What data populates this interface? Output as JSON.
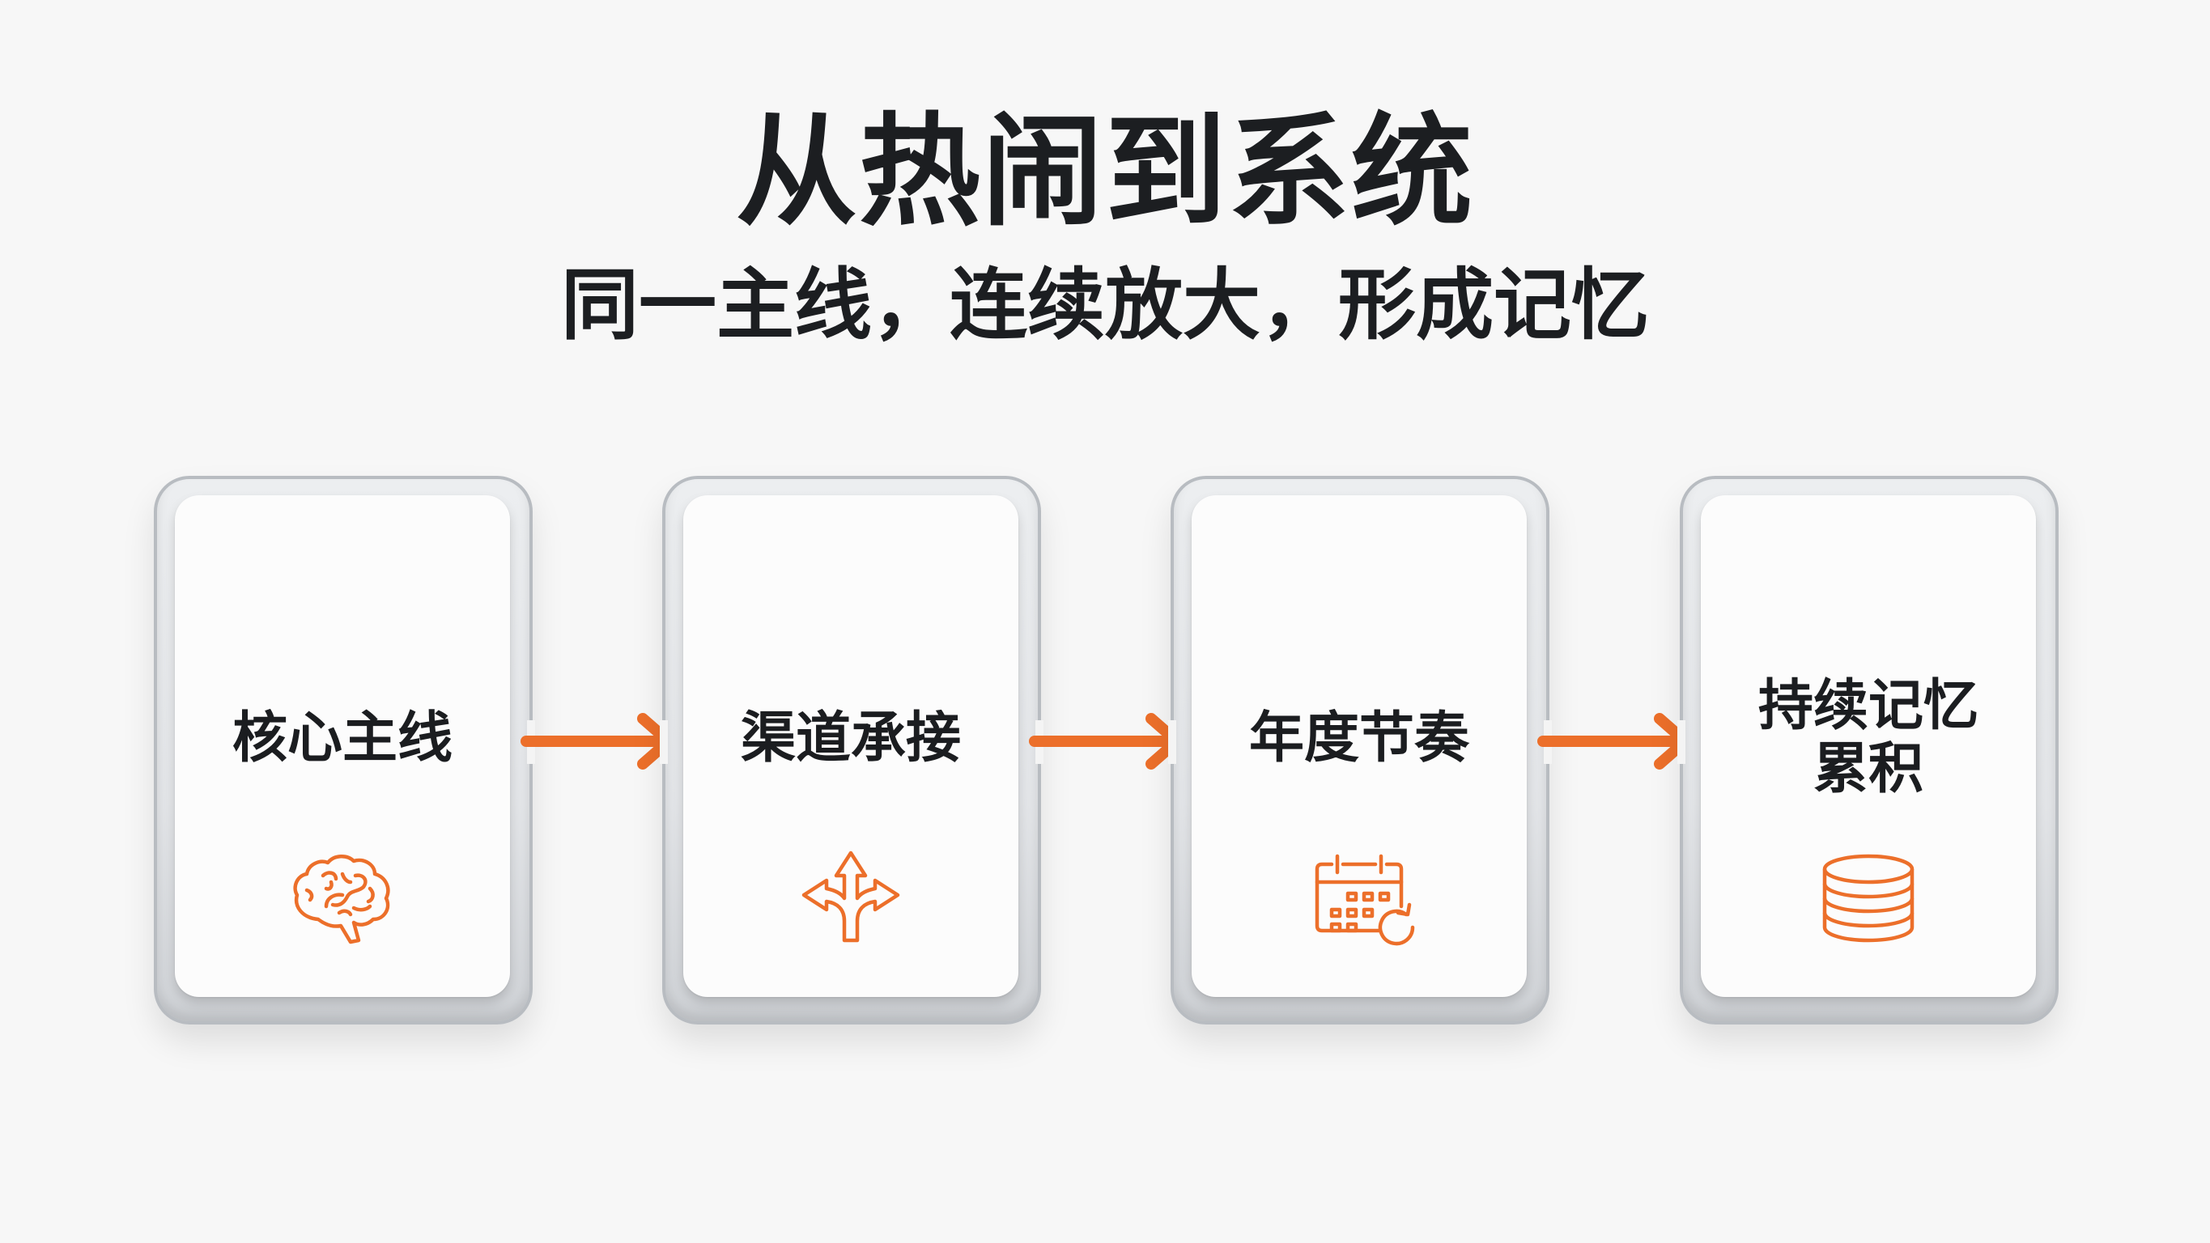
{
  "header": {
    "title": "从热闹到系统",
    "subtitle": "同一主线，连续放大，形成记忆"
  },
  "colors": {
    "accent": "#ec6f2a",
    "text": "#1c1e21",
    "background": "#f7f7f7",
    "frame": "#b8bcc1",
    "panel": "#fcfcfc"
  },
  "steps": [
    {
      "label": "核心主线",
      "icon": "brain-icon"
    },
    {
      "label": "渠道承接",
      "icon": "split-arrows-icon"
    },
    {
      "label": "年度节奏",
      "icon": "calendar-refresh-icon"
    },
    {
      "label_line1": "持续记忆",
      "label_line2": "累积",
      "icon": "coin-stack-icon"
    }
  ],
  "connectors": [
    {
      "from": "核心主线",
      "to": "渠道承接",
      "icon": "arrow-right-icon"
    },
    {
      "from": "渠道承接",
      "to": "年度节奏",
      "icon": "arrow-right-icon"
    },
    {
      "from": "年度节奏",
      "to": "持续记忆累积",
      "icon": "arrow-right-icon"
    }
  ]
}
